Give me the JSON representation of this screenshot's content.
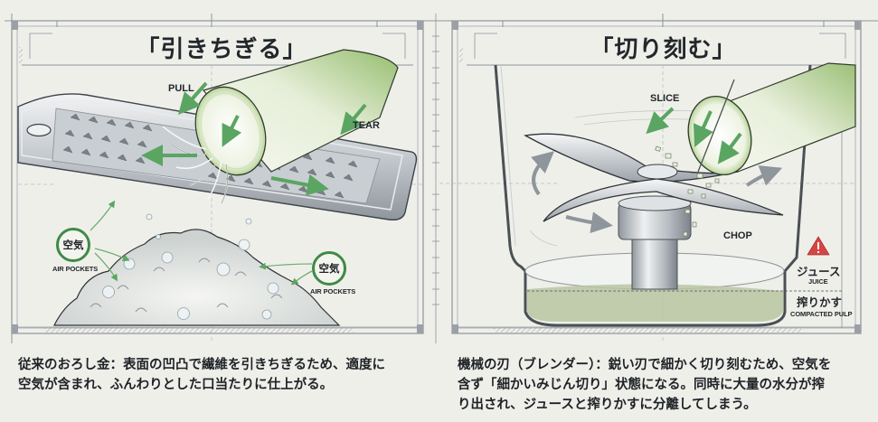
{
  "left_panel": {
    "title": "「引きちぎる」",
    "labels": {
      "pull": "PULL",
      "tear": "TEAR",
      "air_jp_1": "空気",
      "air_en_1": "AIR POCKETS",
      "air_jp_2": "空気",
      "air_en_2": "AIR POCKETS"
    },
    "caption_line1": "従来のおろし金：表面の凹凸で繊維を引きちぎるため、適度に",
    "caption_line2": "空気が含まれ、ふんわりとした口当たりに仕上がる。"
  },
  "right_panel": {
    "title": "「切り刻む」",
    "labels": {
      "slice": "SLICE",
      "chop": "CHOP",
      "juice_jp": "ジュース",
      "juice_en": "JUICE",
      "pulp_jp": "搾りかす",
      "pulp_en": "COMPACTED PULP"
    },
    "icons": {
      "warning": "warning-triangle-icon"
    },
    "caption_line1": "機械の刃（ブレンダー）：鋭い刃で細かく切り刻むため、空気を",
    "caption_line2": "含ず「細かいみじん切り」状態になる。同時に大量の水分が搾",
    "caption_line3": "り出され、ジュースと搾りかすに分離してしまう。"
  },
  "colors": {
    "background": "#efefea",
    "frame": "#8d949a",
    "frame_corner": "#9aa0a6",
    "arrow_green": "#5aa562",
    "badge_green": "#3e8a47",
    "radish_green": "#a9c98a",
    "radish_white": "#f6f7f1",
    "steel": "#b9bec3",
    "pulp": "#b9c5a2",
    "warning_red": "#d64545",
    "text": "#1e2226"
  }
}
